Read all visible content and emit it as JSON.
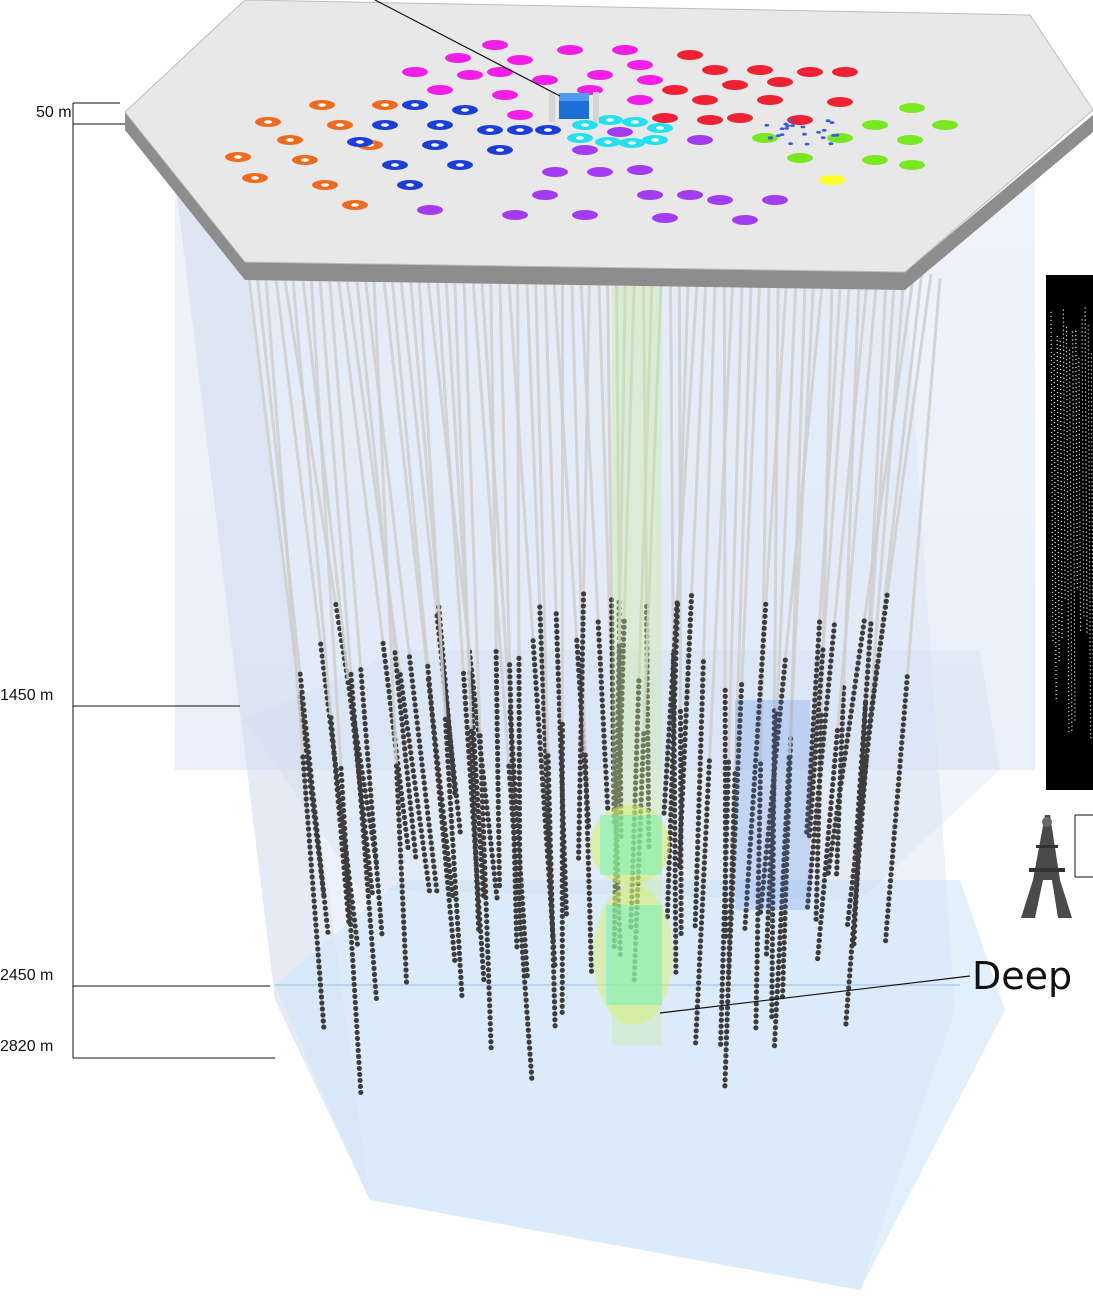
{
  "depth_scale": {
    "labels": [
      "50 m",
      "1450 m",
      "2450 m",
      "2820 m"
    ]
  },
  "deep_label": "Deep",
  "colors": {
    "surface": "#e9e9e9",
    "ice_volume": "#dbe6f6",
    "bedrock": "#d6ebfb",
    "string_cable": "#cfcfcf",
    "sensor": "#3d3d3d",
    "deepcore_tube": "#c8f08a",
    "tank_orange": "#f06a1e",
    "tank_blue": "#1b3fd6",
    "tank_magenta": "#f01ee6",
    "tank_red": "#ee2233",
    "tank_purple": "#a13cf0",
    "tank_cyan": "#22e0f0",
    "tank_green": "#7ae820",
    "tank_yellow": "#ffff22",
    "lab_building": "#1e6fd6"
  },
  "icons": [
    "ice-lab-building-icon",
    "eiffel-tower-icon"
  ]
}
